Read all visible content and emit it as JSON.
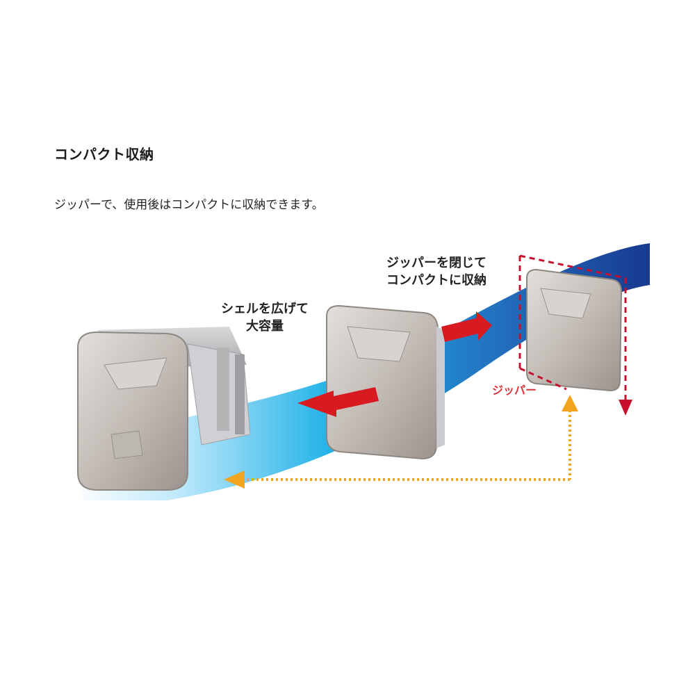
{
  "heading": "コンパクト収納",
  "description": "ジッパーで、使用後はコンパクトに収納できます。",
  "callouts": {
    "expand_line1": "シェルを広げて",
    "expand_line2": "大容量",
    "close_line1": "ジッパーを閉じて",
    "close_line2": "コンパクトに収納"
  },
  "zipper_label": "ジッパー",
  "colors": {
    "band_light": "#bfe9fb",
    "band_mid": "#16aee6",
    "band_dark": "#0b2f8a",
    "red_arrow": "#d81b21",
    "dotted_arrow": "#f0a420",
    "dashed_frame": "#c8102e",
    "zipper_label": "#d8343a",
    "shell": "#c9c3bf"
  }
}
